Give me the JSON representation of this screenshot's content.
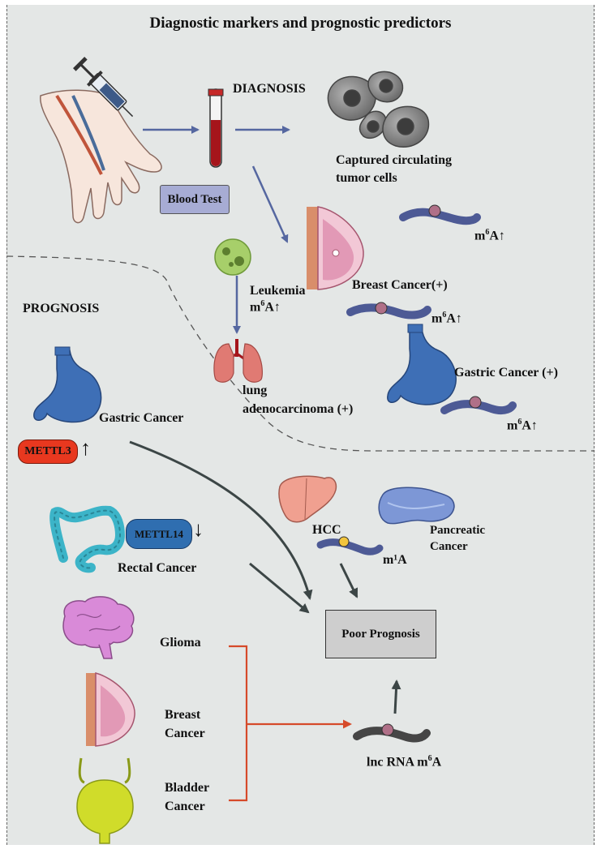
{
  "title": "Diagnostic markers and prognostic predictors",
  "diagnosis": {
    "heading": "DIAGNOSIS",
    "blood_test": "Blood Test",
    "ctc_line1": "Captured circulating",
    "ctc_line2": "tumor cells",
    "leukemia": "Leukemia",
    "lung_line1": "lung",
    "lung_line2": "adenocarcinoma (+)",
    "breast": "Breast Cancer(+)",
    "gastric": "Gastric Cancer (+)",
    "m6a_base": "m",
    "m6a_sup": "6",
    "m6a_tail": "A↑"
  },
  "prognosis": {
    "heading": "PROGNOSIS",
    "gastric": "Gastric Cancer",
    "mettl3": "METTL3",
    "up_arrow": "↑",
    "mettl14": "METTL14",
    "down_arrow": "↓",
    "rectal": "Rectal Cancer",
    "hcc": "HCC",
    "pancreatic_line1": "Pancreatic",
    "pancreatic_line2": "Cancer",
    "m1a": "m¹A",
    "poor": "Poor Prognosis",
    "glioma": "Glioma",
    "breast_line1": "Breast",
    "breast_line2": "Cancer",
    "bladder_line1": "Bladder",
    "bladder_line2": "Cancer",
    "lnc_base": "lnc RNA m",
    "lnc_sup": "6",
    "lnc_tail": "A"
  },
  "colors": {
    "panel": "#e4e7e6",
    "arrow_blue": "#5567a0",
    "arrow_dark": "#3c4646",
    "bracket_red": "#d64a2a",
    "rna_strand": "#4d5a95",
    "mettl3_red": "#e8381f",
    "mettl14_blue": "#2f6eb0"
  }
}
